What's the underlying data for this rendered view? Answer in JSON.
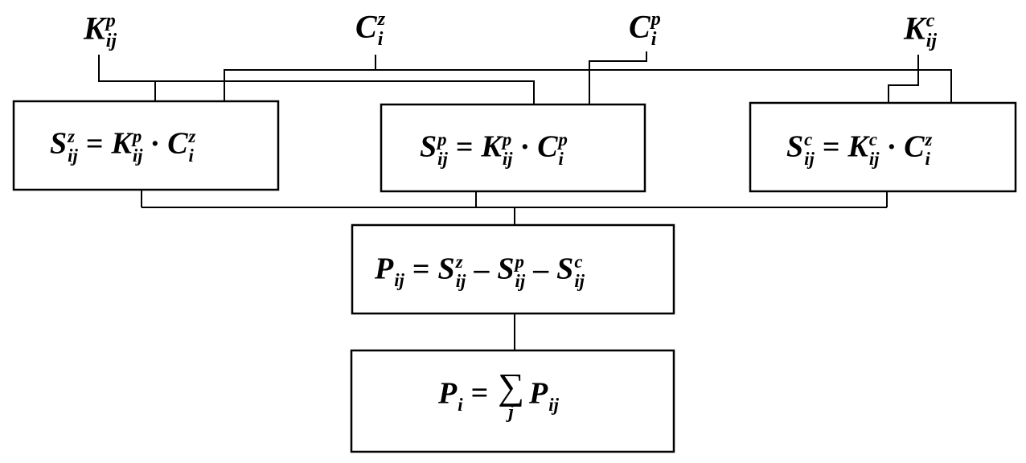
{
  "inputs": {
    "kp": {
      "base": "K",
      "sup": "p",
      "sub": "ij"
    },
    "cz": {
      "base": "C",
      "sup": "z",
      "sub": "i"
    },
    "cp": {
      "base": "C",
      "sup": "p",
      "sub": "i"
    },
    "kc": {
      "base": "K",
      "sup": "c",
      "sub": "ij"
    }
  },
  "box_sz": {
    "lhs": {
      "base": "S",
      "sup": "z",
      "sub": "ij"
    },
    "eq": "=",
    "t1": {
      "base": "K",
      "sup": "p",
      "sub": "ij"
    },
    "op": "·",
    "t2": {
      "base": "C",
      "sup": "z",
      "sub": "i"
    }
  },
  "box_sp": {
    "lhs": {
      "base": "S",
      "sup": "p",
      "sub": "ij"
    },
    "eq": "=",
    "t1": {
      "base": "K",
      "sup": "p",
      "sub": "ij"
    },
    "op": "·",
    "t2": {
      "base": "C",
      "sup": "p",
      "sub": "i"
    }
  },
  "box_sc": {
    "lhs": {
      "base": "S",
      "sup": "c",
      "sub": "ij"
    },
    "eq": "=",
    "t1": {
      "base": "K",
      "sup": "c",
      "sub": "ij"
    },
    "op": "·",
    "t2": {
      "base": "C",
      "sup": "z",
      "sub": "i"
    }
  },
  "box_pij": {
    "lhs": {
      "base": "P",
      "sup": "",
      "sub": "ij"
    },
    "eq": "=",
    "t1": {
      "base": "S",
      "sup": "z",
      "sub": "ij"
    },
    "minus1": "–",
    "t2": {
      "base": "S",
      "sup": "p",
      "sub": "ij"
    },
    "minus2": "–",
    "t3": {
      "base": "S",
      "sup": "c",
      "sub": "ij"
    }
  },
  "box_pi": {
    "lhs": {
      "base": "P",
      "sup": "",
      "sub": "i"
    },
    "eq": "=",
    "sum": "∑",
    "sum_index": "j",
    "t1": {
      "base": "P",
      "sup": "",
      "sub": "ij"
    }
  }
}
